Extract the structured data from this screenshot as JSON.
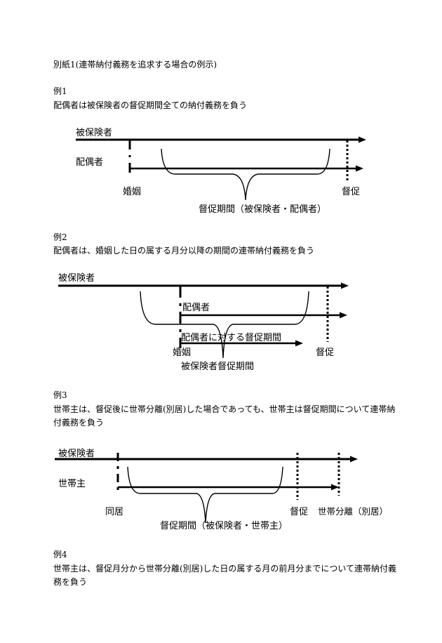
{
  "document": {
    "title": "別紙1(連帯納付義務を追求する場合の例示)"
  },
  "examples": [
    {
      "heading": "例1",
      "lines": [
        "配偶者は被保険者の督促期間全ての納付義務を負う"
      ],
      "diagram": {
        "insured_label": "被保険者",
        "spouse_label": "配偶者",
        "marriage_label": "婚姻",
        "demand_label": "督促",
        "period_label": "督促期間（被保険者・配偶者）"
      }
    },
    {
      "heading": "例2",
      "lines": [
        "配偶者は、婚姻した日の属する月分以降の期間の連帯納付義務を負う"
      ],
      "diagram": {
        "insured_label": "被保険者",
        "spouse_label": "配偶者",
        "spouse_period_label": "配偶者に対する督促期間",
        "marriage_label": "婚姻",
        "demand_label": "督促",
        "insured_period_label": "被保険者督促期間"
      }
    },
    {
      "heading": "例3",
      "lines": [
        "世帯主は、督促後に世帯分離(別居)した場合であっても、世帯主は督促期間について連帯納",
        "付義務を負う"
      ],
      "diagram": {
        "insured_label": "被保険者",
        "head_label": "世帯主",
        "cohabit_label": "同居",
        "demand_label": "督促",
        "separation_label": "世帯分離（別居）",
        "period_label": "督促期間（被保険者・世帯主）"
      }
    },
    {
      "heading": "例4",
      "lines": [
        "世帯主は、督促月分から世帯分離(別居)した日の属する月の前月分までについて連帯納付義",
        "務を負う"
      ]
    }
  ]
}
